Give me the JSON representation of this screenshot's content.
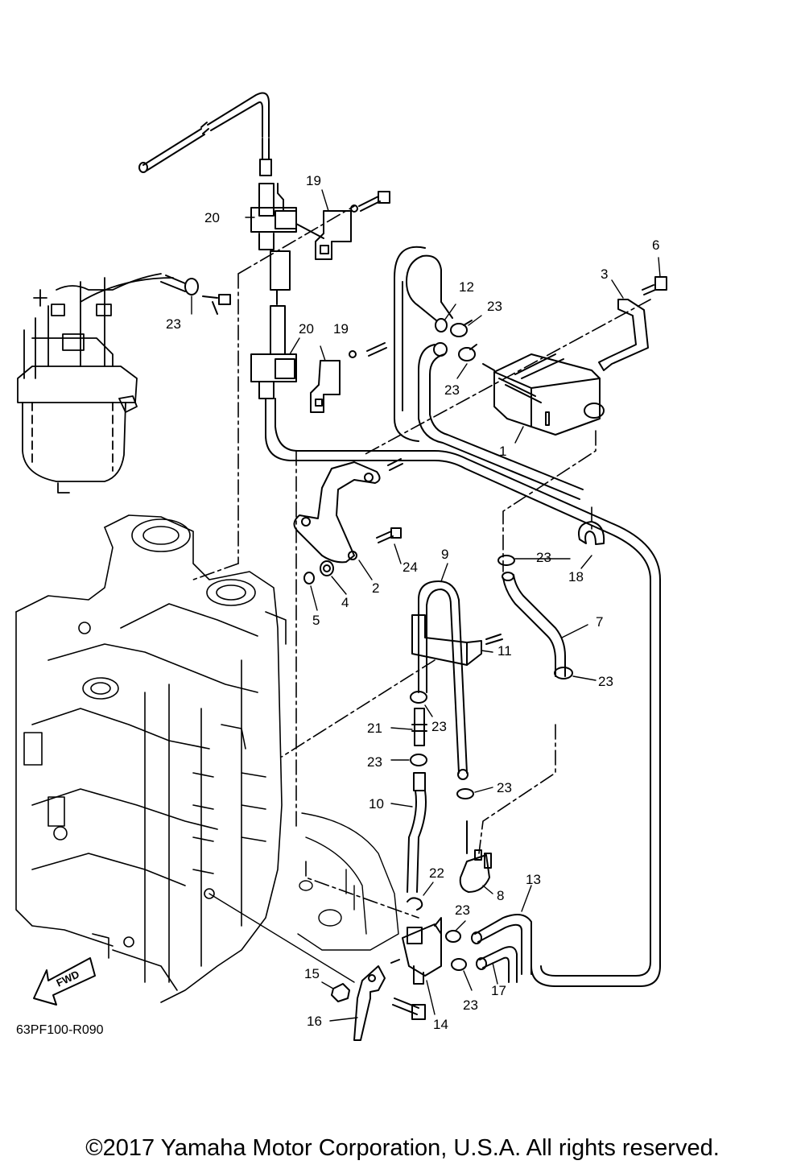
{
  "diagram": {
    "reference_code": "63PF100-R090",
    "direction_label": "FWD",
    "copyright": "©2017 Yamaha Motor Corporation, U.S.A. All rights reserved.",
    "callouts": {
      "c1": "1",
      "c2": "2",
      "c3": "3",
      "c4": "4",
      "c5": "5",
      "c6": "6",
      "c7": "7",
      "c8": "8",
      "c9": "9",
      "c10": "10",
      "c11": "11",
      "c12": "12",
      "c13": "13",
      "c14": "14",
      "c15": "15",
      "c16": "16",
      "c17": "17",
      "c18": "18",
      "c19a": "19",
      "c19b": "19",
      "c20a": "20",
      "c20b": "20",
      "c21": "21",
      "c22": "22",
      "c23a": "23",
      "c23b": "23",
      "c23c": "23",
      "c23d": "23",
      "c23e": "23",
      "c23f": "23",
      "c23g": "23",
      "c23h": "23",
      "c23i": "23",
      "c23j": "23",
      "c24": "24"
    }
  }
}
